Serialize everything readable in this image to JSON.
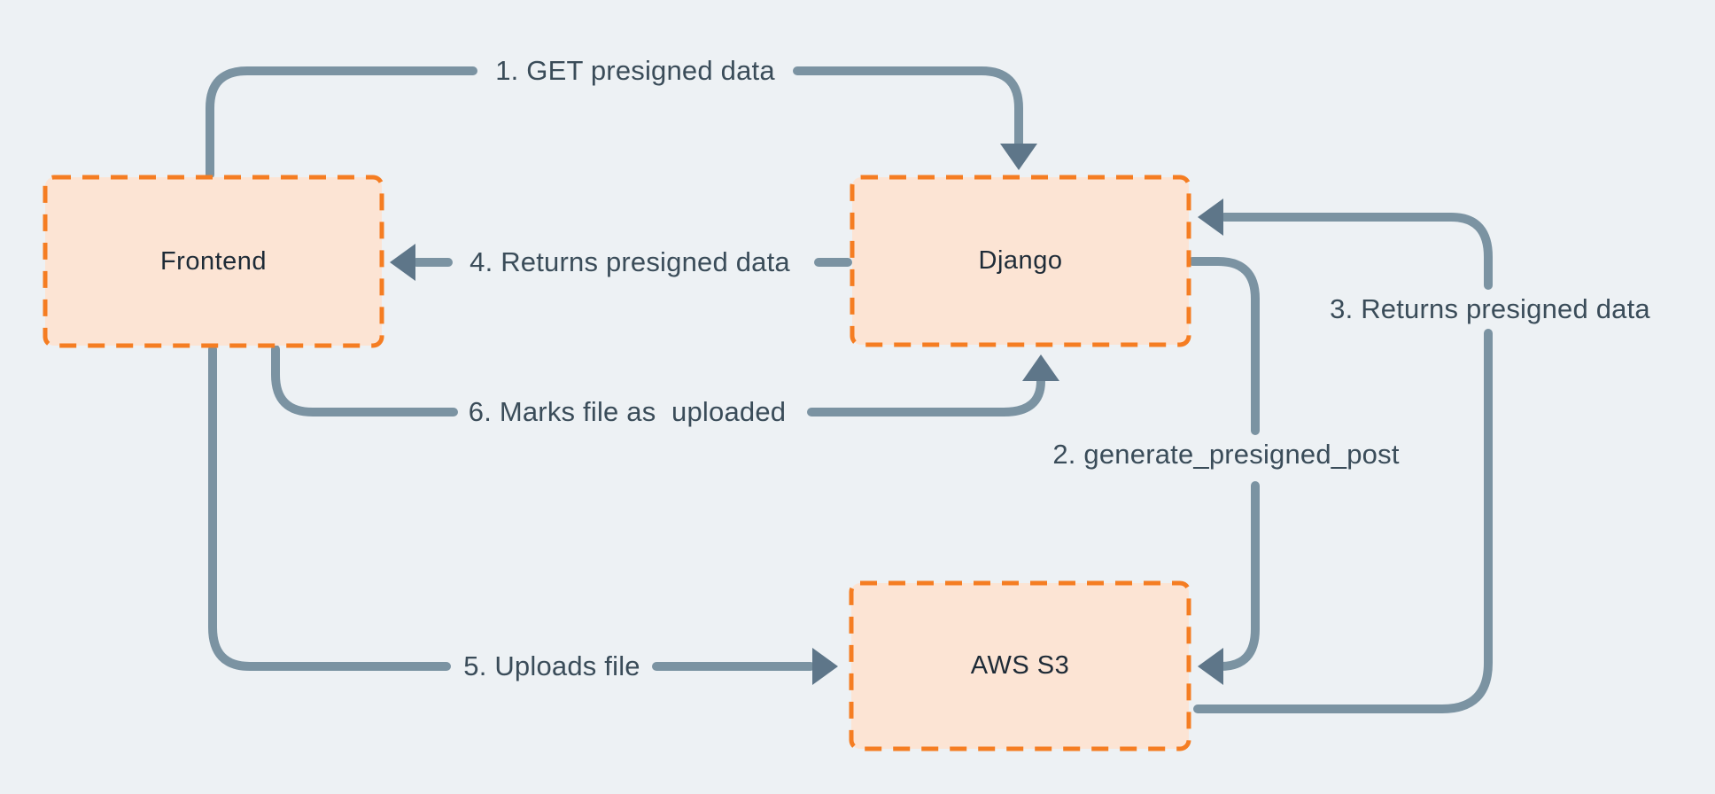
{
  "canvas": {
    "background": "#edf1f4"
  },
  "colors": {
    "bg": "#edf1f4",
    "node-fill": "#fce4d4",
    "node-border": "#f57d22",
    "wire": "#7b93a2",
    "arrowhead": "#5e7689",
    "node-text": "#1e2b37",
    "label-text": "#3a4c59"
  },
  "nodes": [
    {
      "id": "frontend",
      "label": "Frontend"
    },
    {
      "id": "django",
      "label": "Django"
    },
    {
      "id": "aws-s3",
      "label": "AWS S3"
    }
  ],
  "edges": [
    {
      "label": "1. GET presigned data",
      "from": "Frontend",
      "to": "Django"
    },
    {
      "label": "2. generate_presigned_post",
      "from": "Django",
      "to": "AWS S3"
    },
    {
      "label": "3. Returns presigned data",
      "from": "AWS S3",
      "to": "Django"
    },
    {
      "label": "4. Returns presigned data",
      "from": "Django",
      "to": "Frontend"
    },
    {
      "label": "5. Uploads file",
      "from": "Frontend",
      "to": "AWS S3"
    },
    {
      "label": "6. Marks file as  uploaded",
      "from": "Frontend",
      "to": "Django"
    }
  ]
}
